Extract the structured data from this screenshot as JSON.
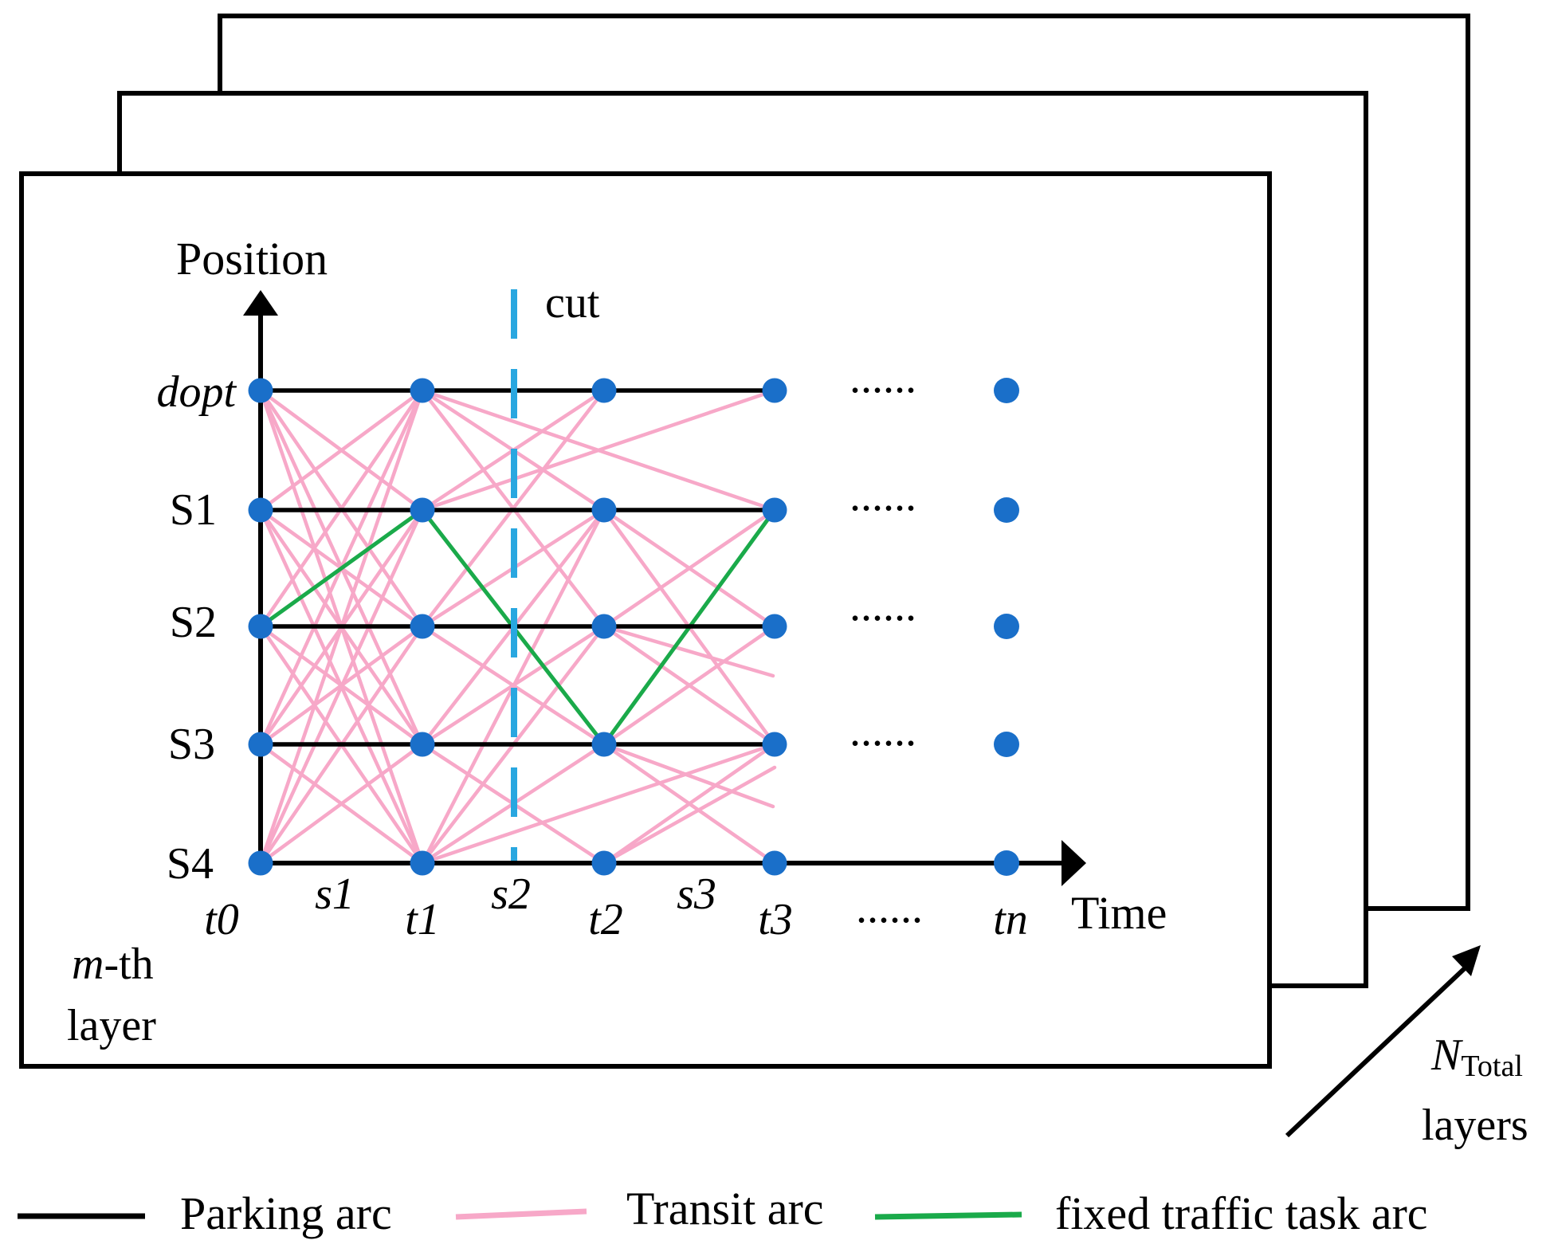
{
  "axes": {
    "y_label": "Position",
    "x_label": "Time"
  },
  "cut_label": "cut",
  "rows": [
    "dopt",
    "S1",
    "S2",
    "S3",
    "S4"
  ],
  "time_labels": [
    "t0",
    "t1",
    "t2",
    "t3",
    "tn"
  ],
  "segment_labels": [
    "s1",
    "s2",
    "s3"
  ],
  "ellipsis": "......",
  "layer_label": {
    "m": "m",
    "rest": "-th",
    "line2": "layer"
  },
  "total_label": {
    "n": "N",
    "sub": "Total",
    "line2": "layers"
  },
  "legend": [
    {
      "label": "Parking arc",
      "color": "#000000"
    },
    {
      "label": "Transit arc",
      "color": "#f7a8c8"
    },
    {
      "label": "fixed traffic task arc",
      "color": "#1aaa4a"
    }
  ],
  "colors": {
    "node": "#1a6fc9",
    "cut": "#29a7e0",
    "parking": "#000000",
    "transit": "#f7a8c8",
    "fixed": "#1aaa4a"
  }
}
